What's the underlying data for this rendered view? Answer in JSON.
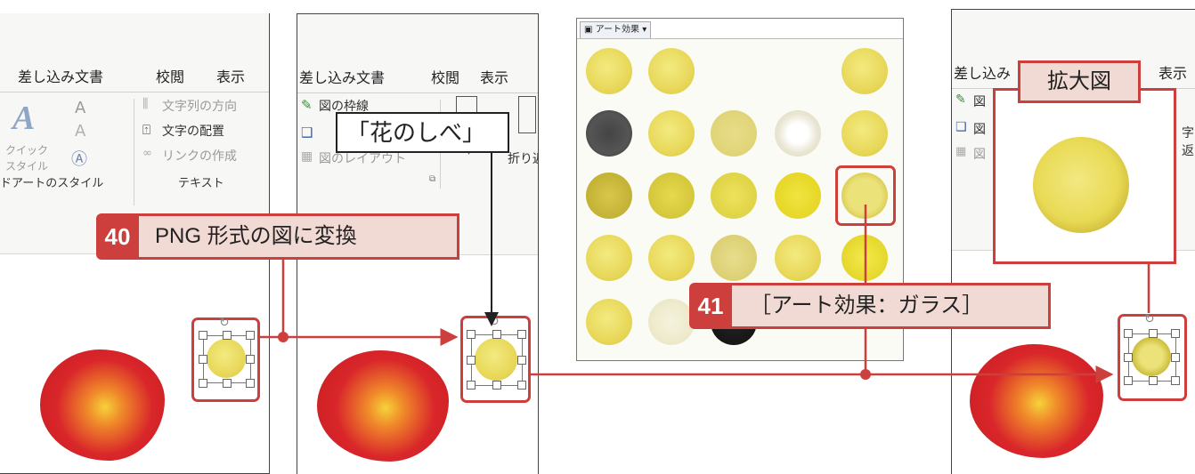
{
  "panel1": {
    "tabs": [
      "差し込み文書",
      "校閲",
      "表示"
    ],
    "wordart_a": "A",
    "quick_style": [
      "クイック",
      "スタイル"
    ],
    "text_direction": "文字列の方向",
    "text_align": "文字の配置",
    "create_link": "リンクの作成",
    "group_wordart": "ドアートのスタイル",
    "group_text": "テキスト"
  },
  "panel2": {
    "tabs": [
      "差し込み文書",
      "校閲",
      "表示"
    ],
    "picture_border": "図の枠線",
    "picture_layout": "図のレイアウト",
    "wrap": "折り返"
  },
  "gallery": {
    "title": "アート効果"
  },
  "panel4": {
    "tabs": [
      "差し込み",
      "表示"
    ],
    "side_items": [
      "図",
      "図",
      "図"
    ],
    "right_labels": [
      "字",
      "返"
    ]
  },
  "callouts": {
    "step40": {
      "num": "40",
      "text": "PNG 形式の図に変換"
    },
    "step41": {
      "num": "41",
      "text": "［アート効果：ガラス］"
    },
    "stamen": "「花のしべ」",
    "zoom": "拡大図"
  },
  "colors": {
    "accent_red": "#cc3f3c",
    "callout_bg": "#f1d9d4",
    "flower_red": "#d9262a",
    "flower_center": "#f6d23a"
  }
}
